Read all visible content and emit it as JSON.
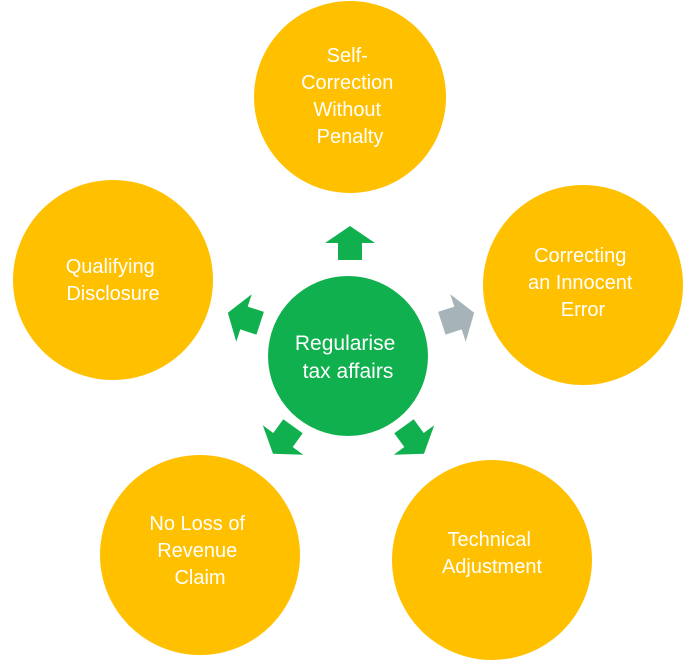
{
  "diagram": {
    "type": "radial-cycle",
    "colors": {
      "center": "#11b04f",
      "outer": "#ffc000",
      "arrow_active": "#11b04f",
      "arrow_inactive": "#a6b3b8",
      "text": "#ffffff"
    },
    "center": {
      "lines": [
        "Regularise",
        "tax affairs"
      ]
    },
    "nodes": [
      {
        "id": "top",
        "lines": [
          "Self-",
          "Correction",
          "Without",
          "Penalty"
        ],
        "arrow": "active"
      },
      {
        "id": "right",
        "lines": [
          "Correcting",
          "an Innocent",
          "Error"
        ],
        "arrow": "inactive"
      },
      {
        "id": "bottom-right",
        "lines": [
          "Technical",
          "Adjustment"
        ],
        "arrow": "active"
      },
      {
        "id": "bottom-left",
        "lines": [
          "No Loss of",
          "Revenue",
          "Claim"
        ],
        "arrow": "active"
      },
      {
        "id": "left",
        "lines": [
          "Qualifying",
          "Disclosure"
        ],
        "arrow": "active"
      }
    ]
  }
}
